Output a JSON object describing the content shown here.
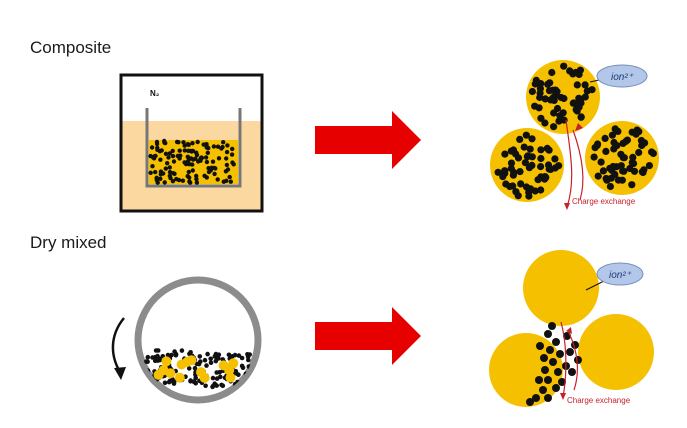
{
  "sections": {
    "composite": {
      "title": "Composite",
      "gas_label": "N₂",
      "ion_label": "ion²⁺",
      "charge_label": "Charge exchange"
    },
    "dry_mixed": {
      "title": "Dry mixed",
      "ion_label": "ion²⁺",
      "charge_label": "Charge exchange"
    }
  },
  "colors": {
    "particle_gold": "#F5C000",
    "particle_black": "#111111",
    "arrow_red": "#E60000",
    "ion_bubble": "#B3C7EA",
    "solution": "#FAD8A0",
    "charge_path": "#C8202A",
    "mill_ring": "#8C8C8C"
  },
  "icons": {
    "process_arrow": "red-right-arrow-icon",
    "rotation": "curved-rotation-arrow-icon"
  }
}
